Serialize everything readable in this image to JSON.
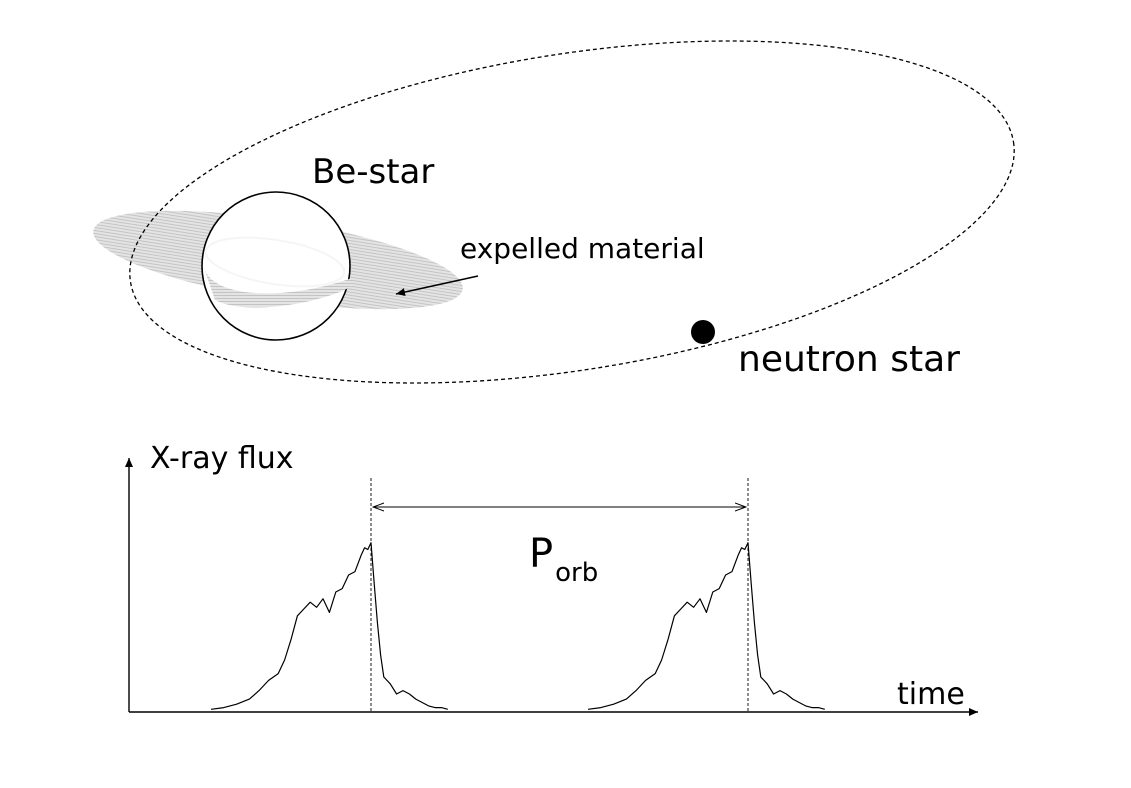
{
  "labels": {
    "be_star": "Be-star",
    "expelled_material": "expelled material",
    "neutron_star": "neutron star",
    "x_ray_flux": "X-ray flux",
    "time": "time",
    "period_main": "P",
    "period_sub": "orb"
  },
  "colors": {
    "ink": "#000000",
    "disk": "#d3d3d3",
    "background": "#ffffff"
  },
  "light_curve": {
    "x": [
      0,
      0.08,
      0.16,
      0.24,
      0.3,
      0.36,
      0.42,
      0.46,
      0.5,
      0.54,
      0.58,
      0.62,
      0.66,
      0.7,
      0.74,
      0.78,
      0.82,
      0.86,
      0.9,
      0.94,
      0.96,
      0.98,
      1.0,
      1.02,
      1.04,
      1.06,
      1.08,
      1.1,
      1.12,
      1.16,
      1.2,
      1.24,
      1.28,
      1.32,
      1.36,
      1.4,
      1.44,
      1.48
    ],
    "flux": [
      0.01,
      0.02,
      0.04,
      0.07,
      0.12,
      0.18,
      0.22,
      0.3,
      0.42,
      0.56,
      0.6,
      0.64,
      0.61,
      0.66,
      0.58,
      0.7,
      0.72,
      0.8,
      0.82,
      0.92,
      0.96,
      0.95,
      0.99,
      0.75,
      0.52,
      0.33,
      0.2,
      0.18,
      0.16,
      0.1,
      0.12,
      0.1,
      0.07,
      0.05,
      0.03,
      0.02,
      0.02,
      0.01
    ]
  }
}
